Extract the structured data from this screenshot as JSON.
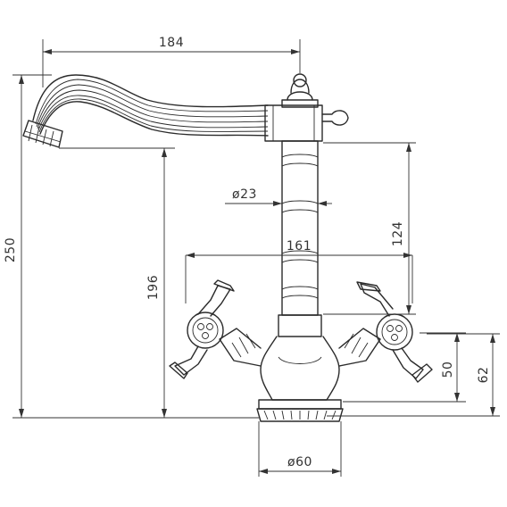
{
  "drawing": {
    "dimensions": {
      "spout_reach": "184",
      "body_diameter": "ø23",
      "handle_span": "161",
      "total_height": "250",
      "outlet_height": "196",
      "body_column_height": "124",
      "handle_height_inner": "50",
      "handle_height_outer": "62",
      "base_diameter": "ø60"
    }
  }
}
